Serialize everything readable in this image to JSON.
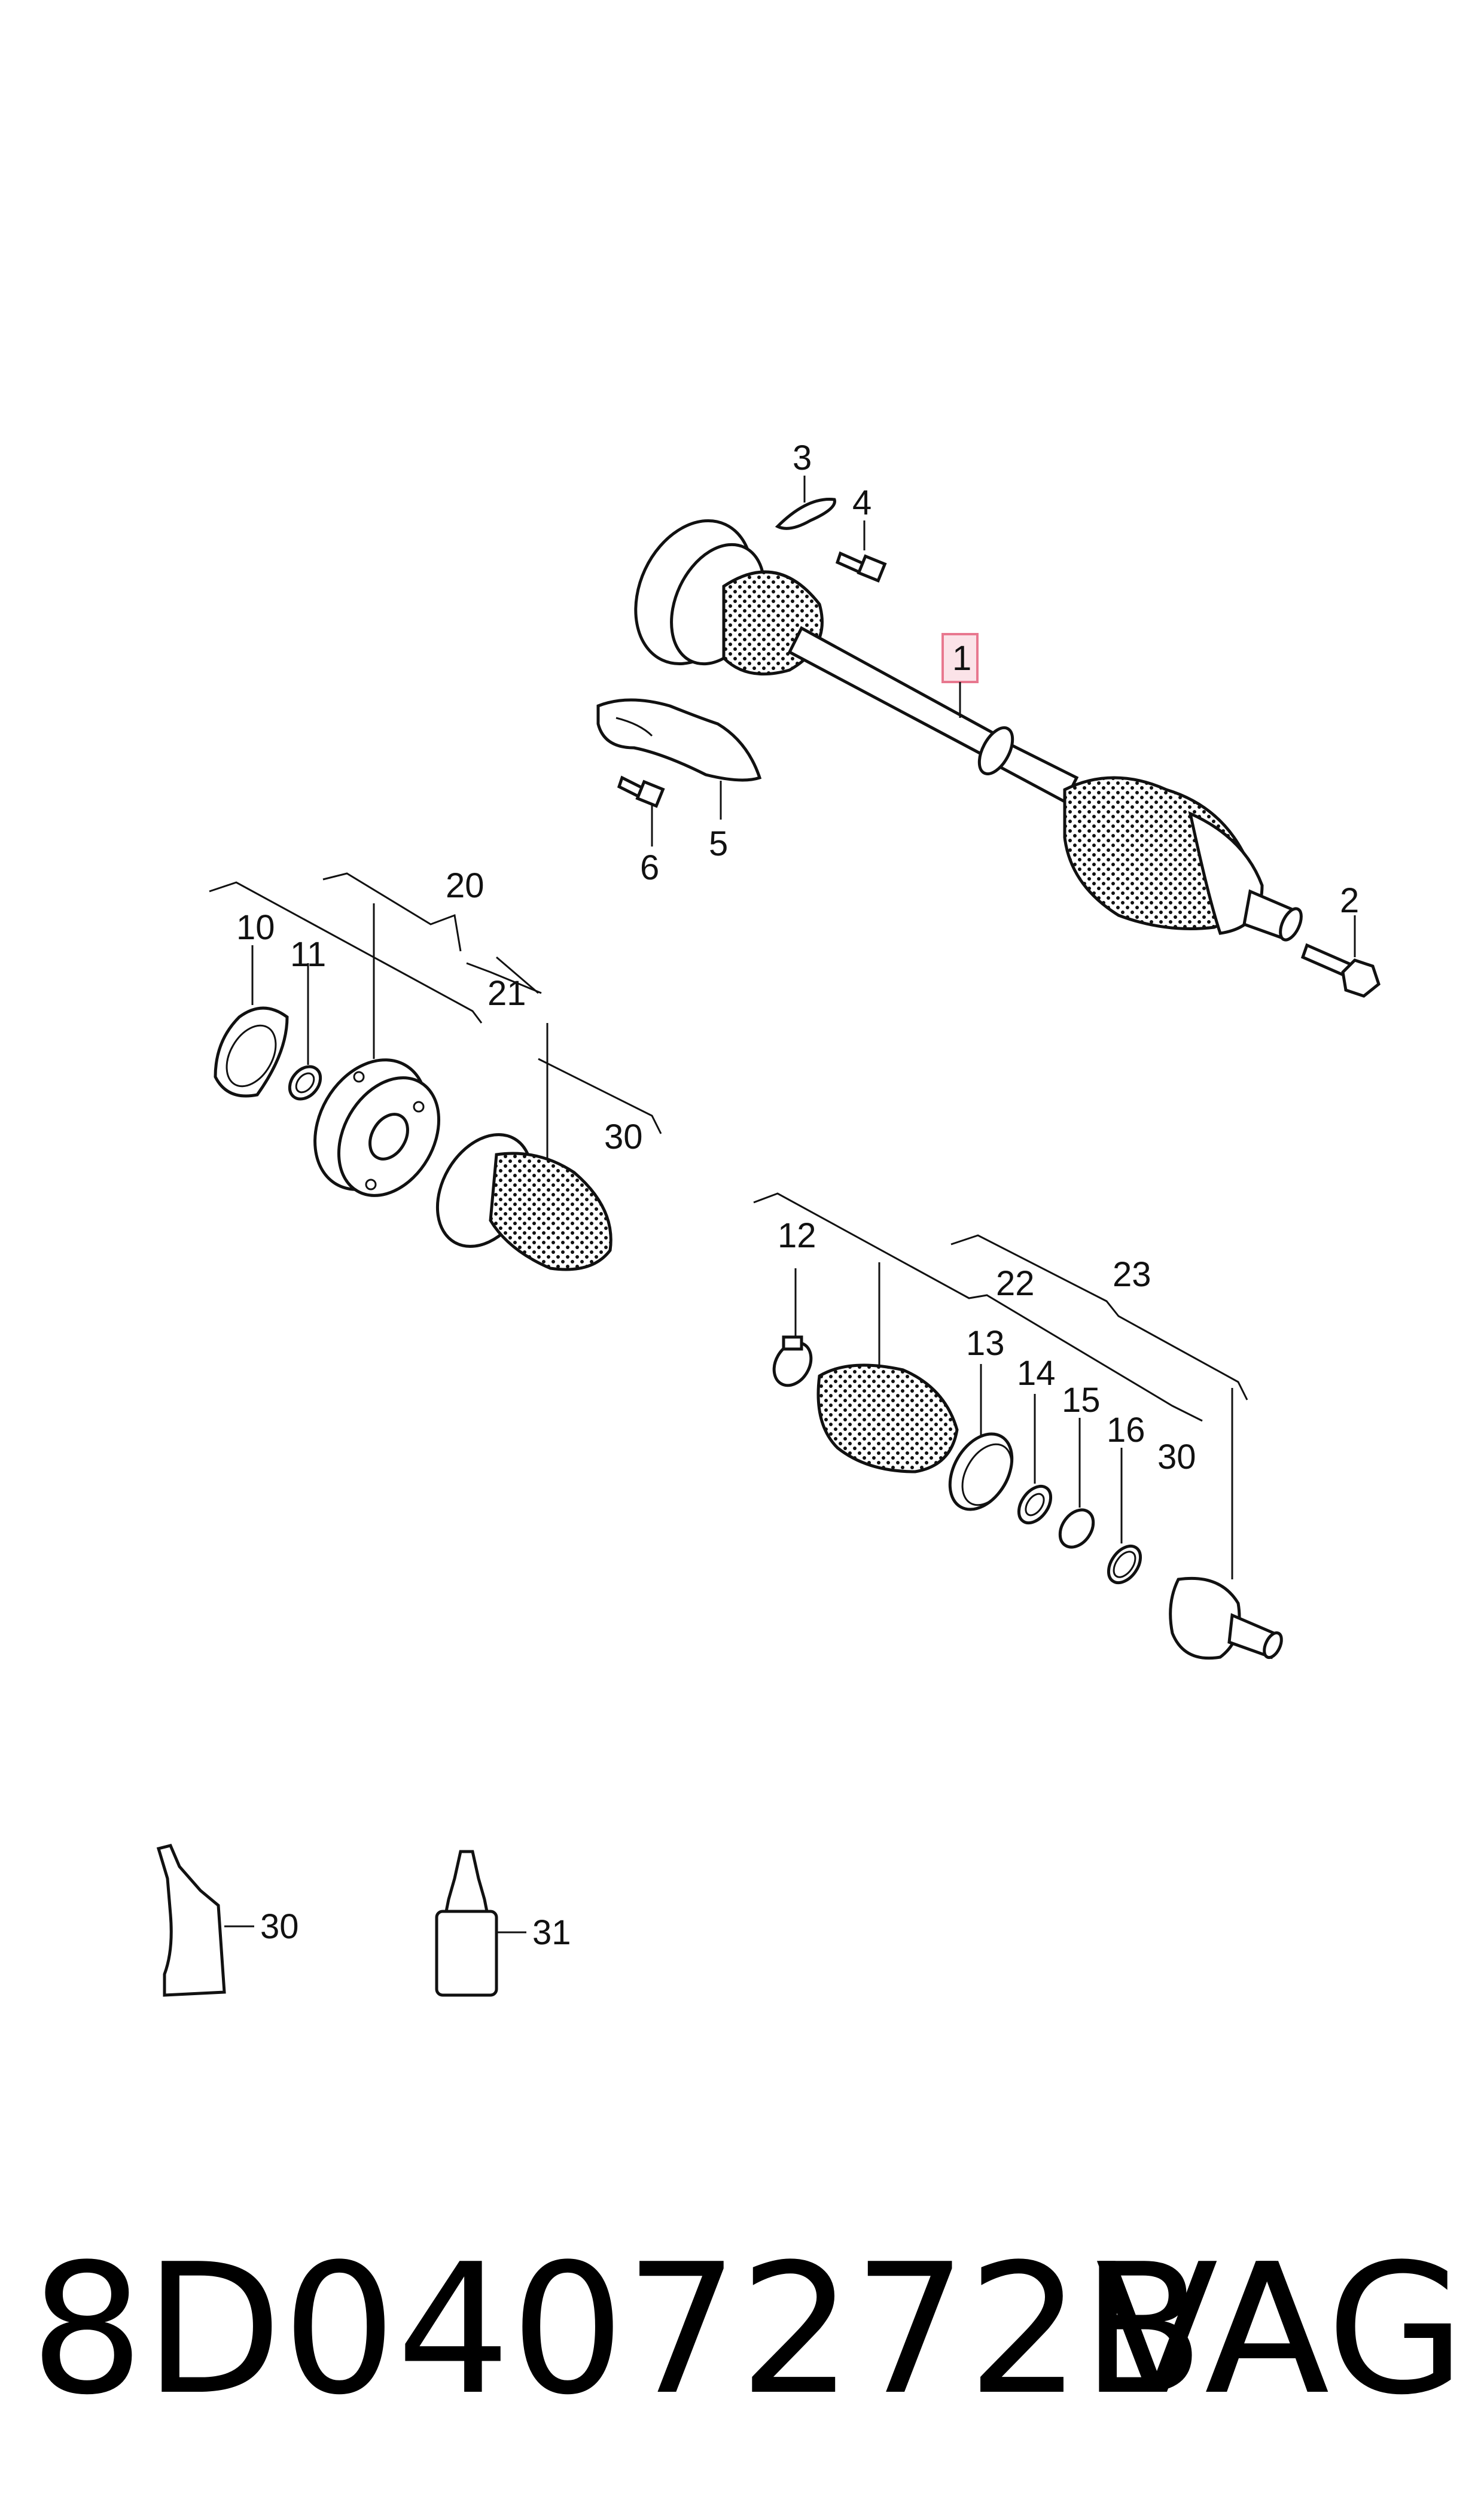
{
  "callouts": {
    "c1": "1",
    "c2": "2",
    "c3": "3",
    "c4": "4",
    "c5": "5",
    "c6": "6",
    "c10": "10",
    "c11": "11",
    "c12": "12",
    "c13": "13",
    "c14": "14",
    "c15": "15",
    "c16": "16",
    "c20": "20",
    "c21": "21",
    "c22": "22",
    "c23": "23",
    "c30a": "30",
    "c30b": "30",
    "c30c": "30",
    "c31": "31"
  },
  "footer": {
    "part_number": "8D0407272BA",
    "brand": "VAG"
  },
  "colors": {
    "highlight_fill": "#fbe3e8",
    "highlight_stroke": "#e8788f",
    "line": "#111111"
  }
}
